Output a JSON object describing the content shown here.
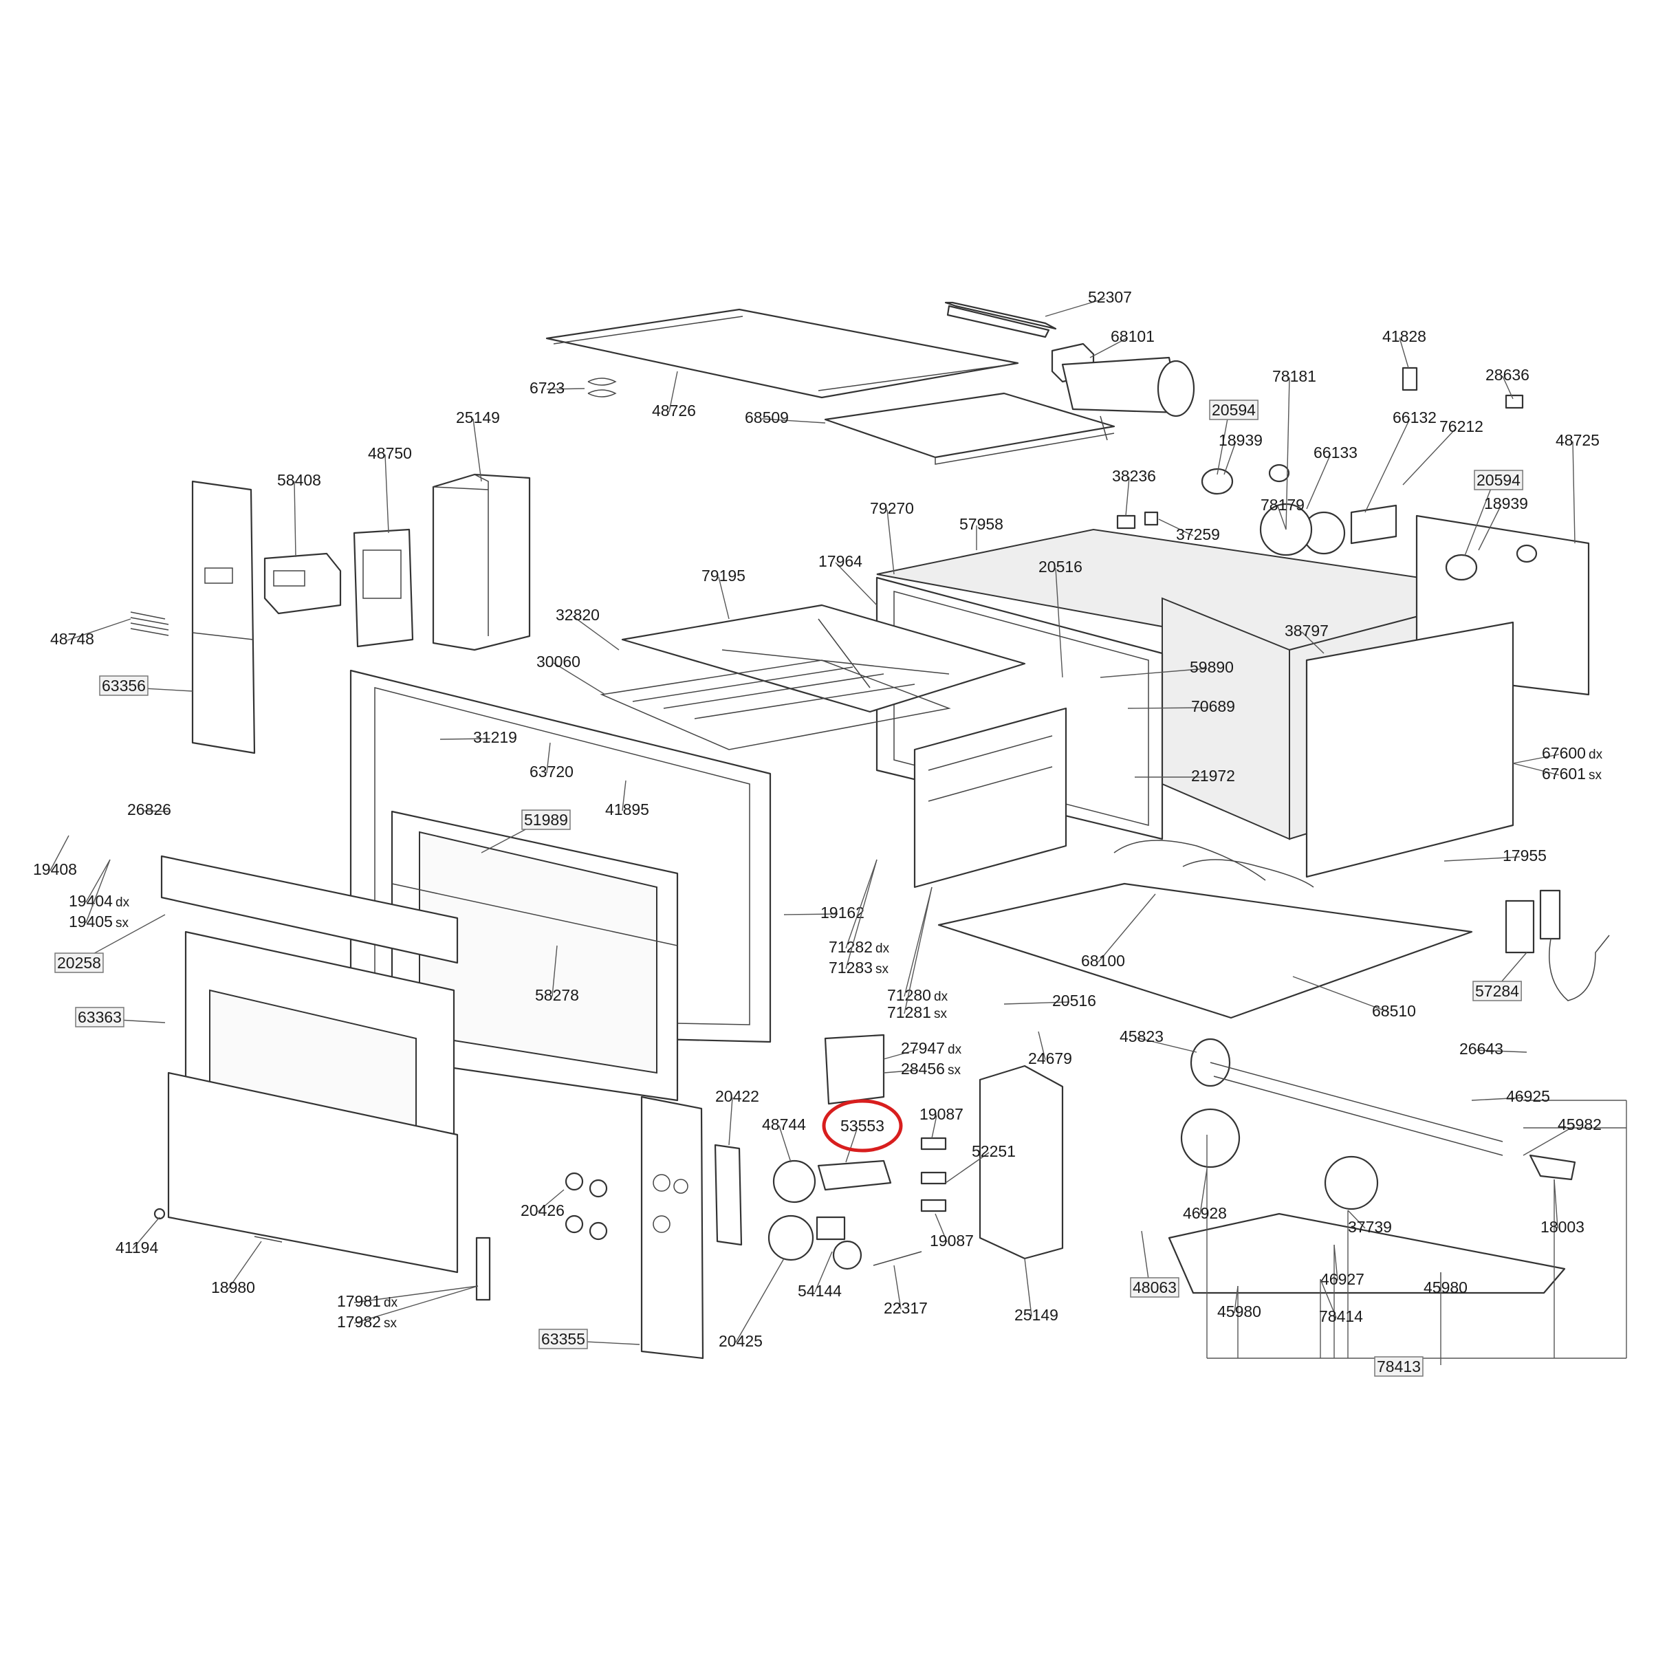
{
  "highlight": {
    "color": "#d81e1e",
    "part": "53553"
  },
  "parts": [
    {
      "id": "p52307",
      "label": "52307"
    },
    {
      "id": "p68101",
      "label": "68101"
    },
    {
      "id": "p41828",
      "label": "41828"
    },
    {
      "id": "p28636",
      "label": "28636"
    },
    {
      "id": "p6723",
      "label": "6723"
    },
    {
      "id": "p48726",
      "label": "48726"
    },
    {
      "id": "p68509",
      "label": "68509"
    },
    {
      "id": "p78181",
      "label": "78181"
    },
    {
      "id": "p20594a",
      "label": "20594",
      "boxed": true
    },
    {
      "id": "p18939a",
      "label": "18939"
    },
    {
      "id": "p66132",
      "label": "66132"
    },
    {
      "id": "p76212",
      "label": "76212"
    },
    {
      "id": "p48725",
      "label": "48725"
    },
    {
      "id": "p25149a",
      "label": "25149"
    },
    {
      "id": "p66133",
      "label": "66133"
    },
    {
      "id": "p48750",
      "label": "48750"
    },
    {
      "id": "p38236",
      "label": "38236"
    },
    {
      "id": "p20594b",
      "label": "20594",
      "boxed": true
    },
    {
      "id": "p18939b",
      "label": "18939"
    },
    {
      "id": "p58408",
      "label": "58408"
    },
    {
      "id": "p78179",
      "label": "78179"
    },
    {
      "id": "p79270",
      "label": "79270"
    },
    {
      "id": "p57958",
      "label": "57958"
    },
    {
      "id": "p37259",
      "label": "37259"
    },
    {
      "id": "p17964",
      "label": "17964"
    },
    {
      "id": "p20516a",
      "label": "20516"
    },
    {
      "id": "p79195",
      "label": "79195"
    },
    {
      "id": "p48748",
      "label": "48748"
    },
    {
      "id": "p32820",
      "label": "32820"
    },
    {
      "id": "p38797",
      "label": "38797"
    },
    {
      "id": "p63356",
      "label": "63356",
      "boxed": true
    },
    {
      "id": "p30060",
      "label": "30060"
    },
    {
      "id": "p59890",
      "label": "59890"
    },
    {
      "id": "p70689",
      "label": "70689"
    },
    {
      "id": "p31219",
      "label": "31219"
    },
    {
      "id": "p63720",
      "label": "63720"
    },
    {
      "id": "p67600",
      "label": "67600",
      "suffix": "dx"
    },
    {
      "id": "p67601",
      "label": "67601",
      "suffix": "sx"
    },
    {
      "id": "p21972",
      "label": "21972"
    },
    {
      "id": "p41895",
      "label": "41895"
    },
    {
      "id": "p26826",
      "label": "26826"
    },
    {
      "id": "p51989",
      "label": "51989",
      "boxed": true
    },
    {
      "id": "p19408",
      "label": "19408"
    },
    {
      "id": "p17955",
      "label": "17955"
    },
    {
      "id": "p19404",
      "label": "19404",
      "suffix": "dx"
    },
    {
      "id": "p19405",
      "label": "19405",
      "suffix": "sx"
    },
    {
      "id": "p19162",
      "label": "19162"
    },
    {
      "id": "p71282",
      "label": "71282",
      "suffix": "dx"
    },
    {
      "id": "p71283",
      "label": "71283",
      "suffix": "sx"
    },
    {
      "id": "p20258",
      "label": "20258",
      "boxed": true
    },
    {
      "id": "p68100",
      "label": "68100"
    },
    {
      "id": "p58278",
      "label": "58278"
    },
    {
      "id": "p71280",
      "label": "71280",
      "suffix": "dx"
    },
    {
      "id": "p71281",
      "label": "71281",
      "suffix": "sx"
    },
    {
      "id": "p57284",
      "label": "57284",
      "boxed": true
    },
    {
      "id": "p20516b",
      "label": "20516"
    },
    {
      "id": "p63363",
      "label": "63363",
      "boxed": true
    },
    {
      "id": "p68510",
      "label": "68510"
    },
    {
      "id": "p45823",
      "label": "45823"
    },
    {
      "id": "p27947",
      "label": "27947",
      "suffix": "dx"
    },
    {
      "id": "p28456",
      "label": "28456",
      "suffix": "sx"
    },
    {
      "id": "p26643",
      "label": "26643"
    },
    {
      "id": "p24679",
      "label": "24679"
    },
    {
      "id": "p46925",
      "label": "46925"
    },
    {
      "id": "p20422",
      "label": "20422"
    },
    {
      "id": "p19087a",
      "label": "19087"
    },
    {
      "id": "p48744",
      "label": "48744"
    },
    {
      "id": "p53553",
      "label": "53553"
    },
    {
      "id": "p45982",
      "label": "45982"
    },
    {
      "id": "p52251",
      "label": "52251"
    },
    {
      "id": "p20426",
      "label": "20426"
    },
    {
      "id": "p46928",
      "label": "46928"
    },
    {
      "id": "p37739",
      "label": "37739"
    },
    {
      "id": "p18003",
      "label": "18003"
    },
    {
      "id": "p19087b",
      "label": "19087"
    },
    {
      "id": "p41194",
      "label": "41194"
    },
    {
      "id": "p54144",
      "label": "54144"
    },
    {
      "id": "p46927",
      "label": "46927"
    },
    {
      "id": "p18980",
      "label": "18980"
    },
    {
      "id": "p48063",
      "label": "48063",
      "boxed": true
    },
    {
      "id": "p45980a",
      "label": "45980"
    },
    {
      "id": "p45980b",
      "label": "45980"
    },
    {
      "id": "p17981",
      "label": "17981",
      "suffix": "dx"
    },
    {
      "id": "p17982",
      "label": "17982",
      "suffix": "sx"
    },
    {
      "id": "p22317",
      "label": "22317"
    },
    {
      "id": "p25149b",
      "label": "25149"
    },
    {
      "id": "p78414",
      "label": "78414"
    },
    {
      "id": "p63355",
      "label": "63355",
      "boxed": true
    },
    {
      "id": "p20425",
      "label": "20425"
    },
    {
      "id": "p78413",
      "label": "78413",
      "boxed": true
    }
  ]
}
